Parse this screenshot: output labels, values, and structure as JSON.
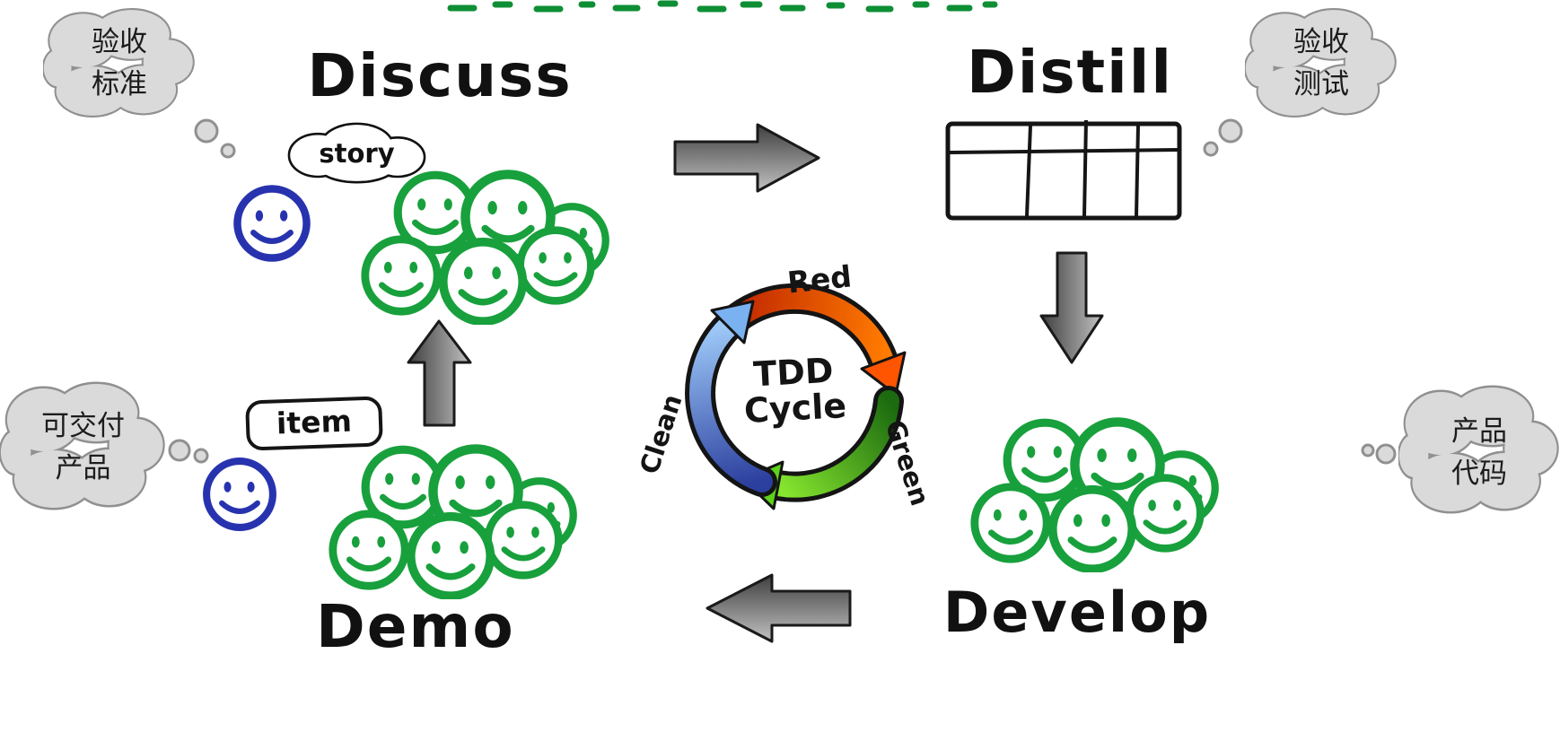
{
  "titles": {
    "discuss": "Discuss",
    "distill": "Distill",
    "develop": "Develop",
    "demo": "Demo"
  },
  "labels": {
    "story": "story",
    "item": "item"
  },
  "tdd": {
    "red": "Red",
    "green": "Green",
    "clean": "Clean",
    "center_line1": "TDD",
    "center_line2": "Cycle"
  },
  "clouds": {
    "top_left": {
      "line1": "验收",
      "line2": "标准"
    },
    "top_right": {
      "line1": "验收",
      "line2": "测试"
    },
    "left": {
      "line1": "可交付",
      "line2": "产品"
    },
    "right": {
      "line1": "产品",
      "line2": "代码"
    }
  },
  "colors": {
    "smiley-green": "#18a03c",
    "smiley-blue": "#2733ae",
    "title-black": "#111111",
    "cloud-fill": "#dadada",
    "cloud-stroke": "#909090",
    "arrow-gray-dark": "#3f3f3f",
    "arrow-gray-light": "#c2c2c2",
    "tdd-red": "#e03c00",
    "tdd-green": "#52c41a",
    "tdd-blue": "#5b8def",
    "remnant-green": "#0e8f35"
  }
}
